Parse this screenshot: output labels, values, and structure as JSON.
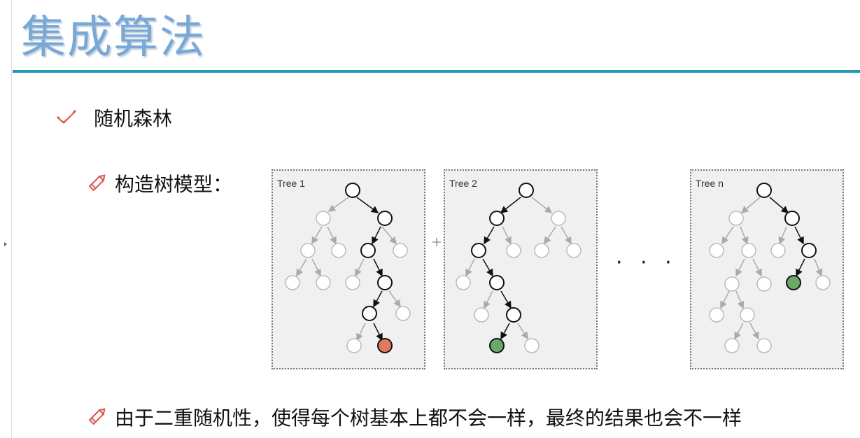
{
  "title": "集成算法",
  "bullets": {
    "random_forest": "随机森林",
    "construct_tree": "构造树模型：",
    "conclusion": "由于二重随机性，使得每个树基本上都不会一样，最终的结果也会不一样"
  },
  "trees": [
    {
      "label": "Tree 1"
    },
    {
      "label": "Tree 2"
    },
    {
      "label": "Tree n"
    }
  ],
  "ellipsis": "· · ·",
  "colors": {
    "title": "#7aa8d6",
    "rule": "#1e9bb0",
    "check": "#d9534f",
    "pencil": "#d9534f",
    "leaf_red": "#e07a5f",
    "leaf_green": "#6ca86a"
  }
}
